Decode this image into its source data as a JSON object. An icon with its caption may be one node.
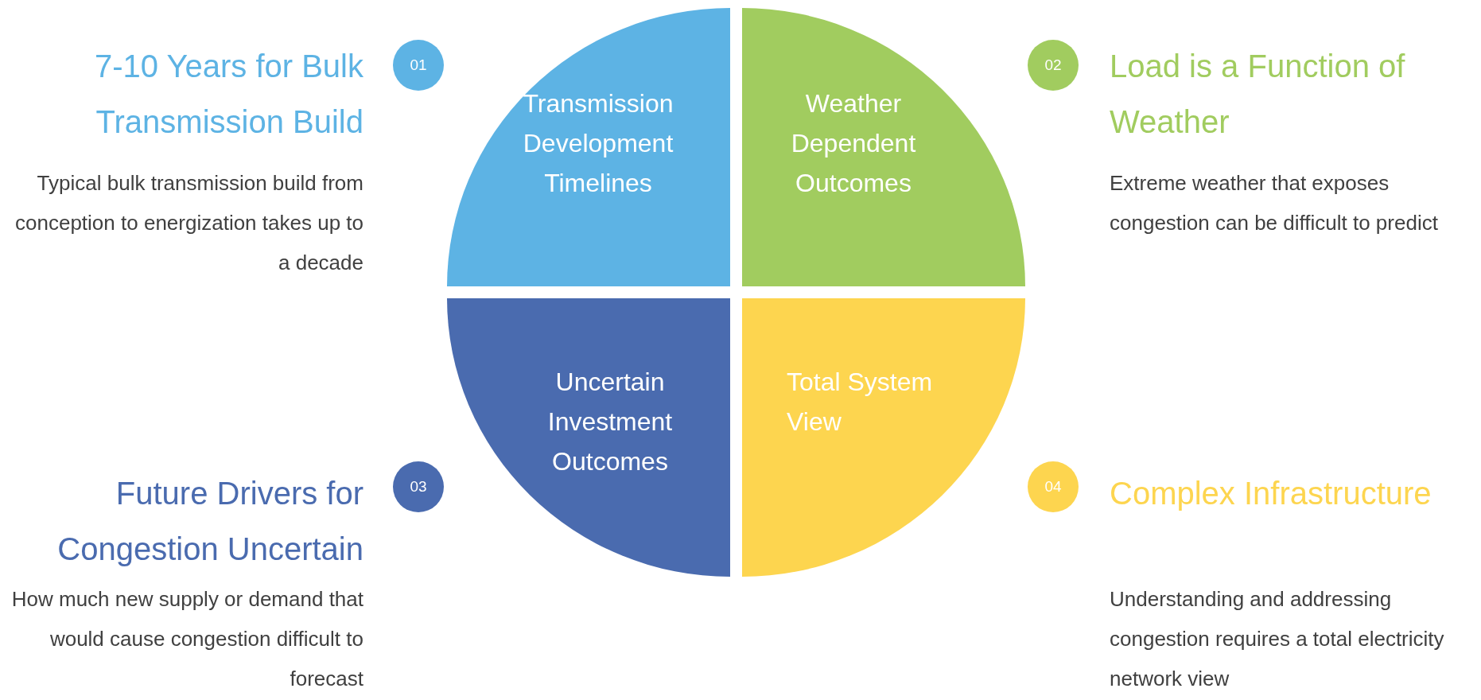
{
  "diagram": {
    "nodes": [
      {
        "text": [
          "Transmission Development Timelines"
        ]
      },
      {
        "text": [
          "Weather Dependent Outcomes"
        ]
      },
      {
        "text": [
          "Uncertain Investment Outcomes"
        ]
      },
      {
        "text": [
          "Total System View"
        ]
      },
      {
        "text": [
          "01"
        ],
        "beside": [
          "7-10 Years for Bulk Transmission Build",
          "Typical bulk transmission build from conception to energization takes up to a decade"
        ]
      },
      {
        "text": [
          "02"
        ],
        "beside": [
          "Load is a Function of Weather",
          "Extreme weather that exposes congestion can be difficult to predict"
        ]
      },
      {
        "text": [
          "03"
        ],
        "beside": [
          "Future Drivers for Congestion Uncertain",
          "How much new supply or demand that would cause congestion difficult to forecast"
        ]
      },
      {
        "text": [
          "04"
        ],
        "beside": [
          "Complex Infrastructure",
          "Understanding and addressing congestion requires a total electricity network view"
        ]
      }
    ],
    "edges": []
  }
}
